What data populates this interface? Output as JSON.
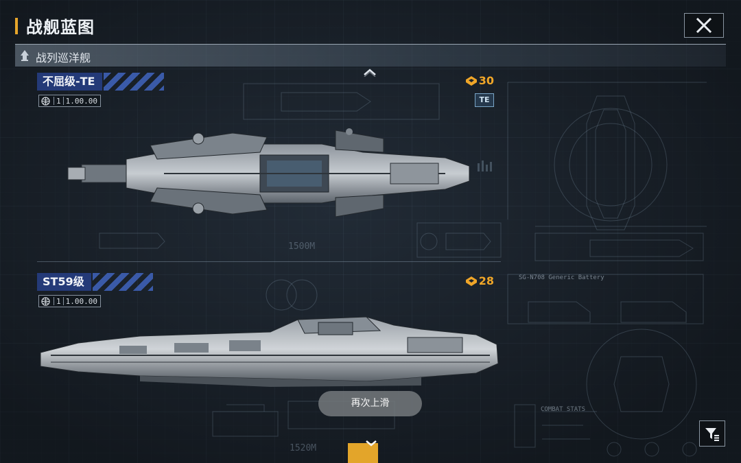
{
  "header": {
    "title": "战舰蓝图",
    "category": "战列巡洋舰"
  },
  "ships": [
    {
      "name": "不屈级-TE",
      "rank": "30",
      "badge": "TE",
      "price_index": "1",
      "price_value": "1.00.00"
    },
    {
      "name": "ST59级",
      "rank": "28",
      "price_index": "1",
      "price_value": "1.00.00"
    }
  ],
  "blueprint_labels": {
    "length1": "1500M",
    "length2": "1520M",
    "battery": "SG-N708 Generic Battery",
    "combat_stats": "COMBAT STATS"
  },
  "toast": "再次上滑",
  "colors": {
    "accent": "#e3a52a",
    "name_tag": "#243a78",
    "rank": "#f0a628"
  },
  "icons": [
    "close-icon",
    "ship-class-icon",
    "chevron-up-icon",
    "chevron-down-icon",
    "globe-icon",
    "rank-icon",
    "filter-icon"
  ]
}
